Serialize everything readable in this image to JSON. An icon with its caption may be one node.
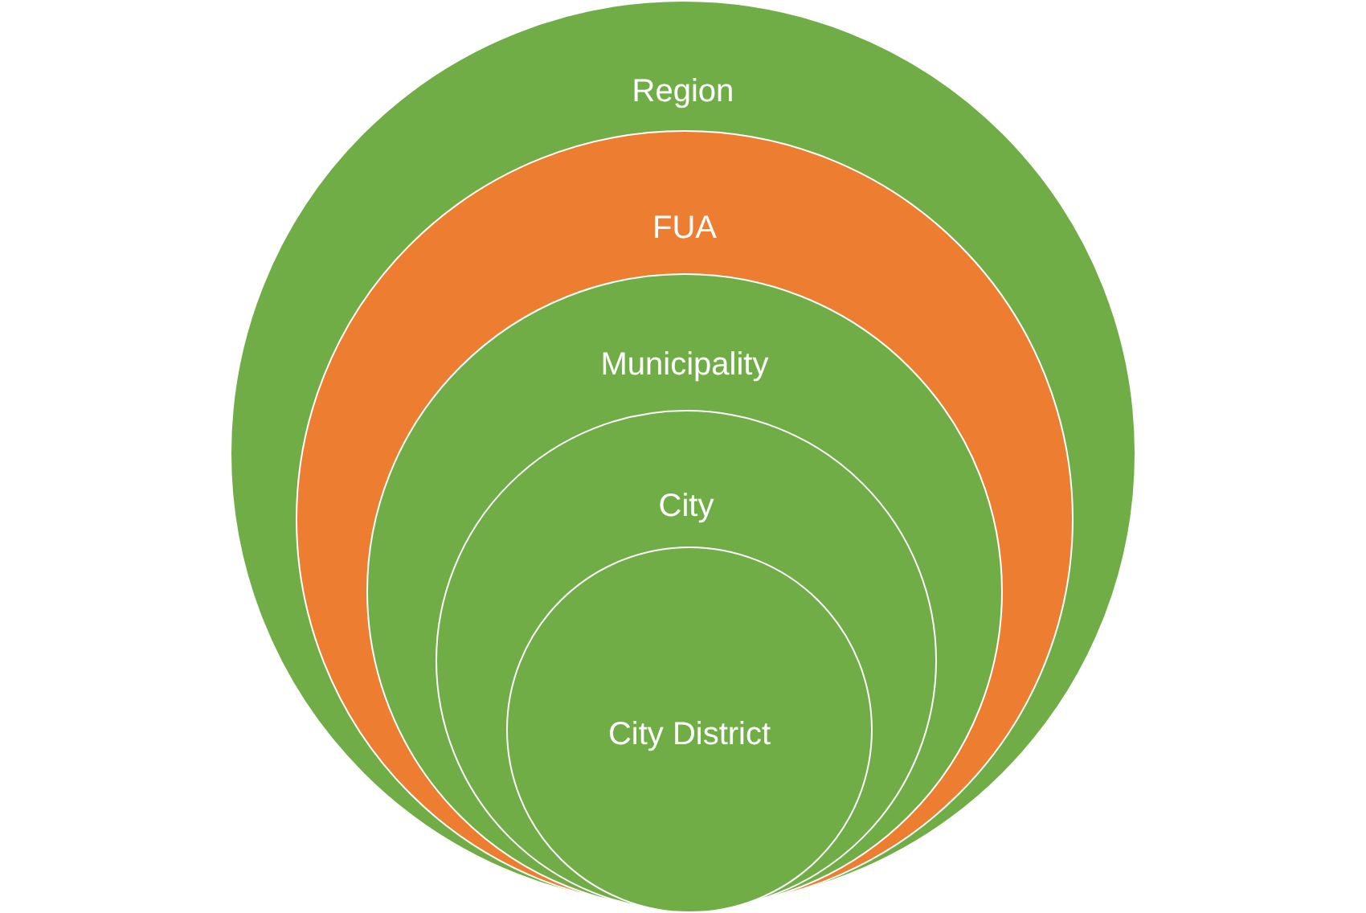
{
  "diagram": {
    "nodes": [
      {
        "text": [
          "Region"
        ]
      },
      {
        "text": [
          "FUA"
        ],
        "in": 0
      },
      {
        "text": [
          "Municipality"
        ],
        "in": 1
      },
      {
        "text": [
          "City"
        ],
        "in": 2
      },
      {
        "text": [
          "City District"
        ],
        "in": 3
      }
    ]
  }
}
